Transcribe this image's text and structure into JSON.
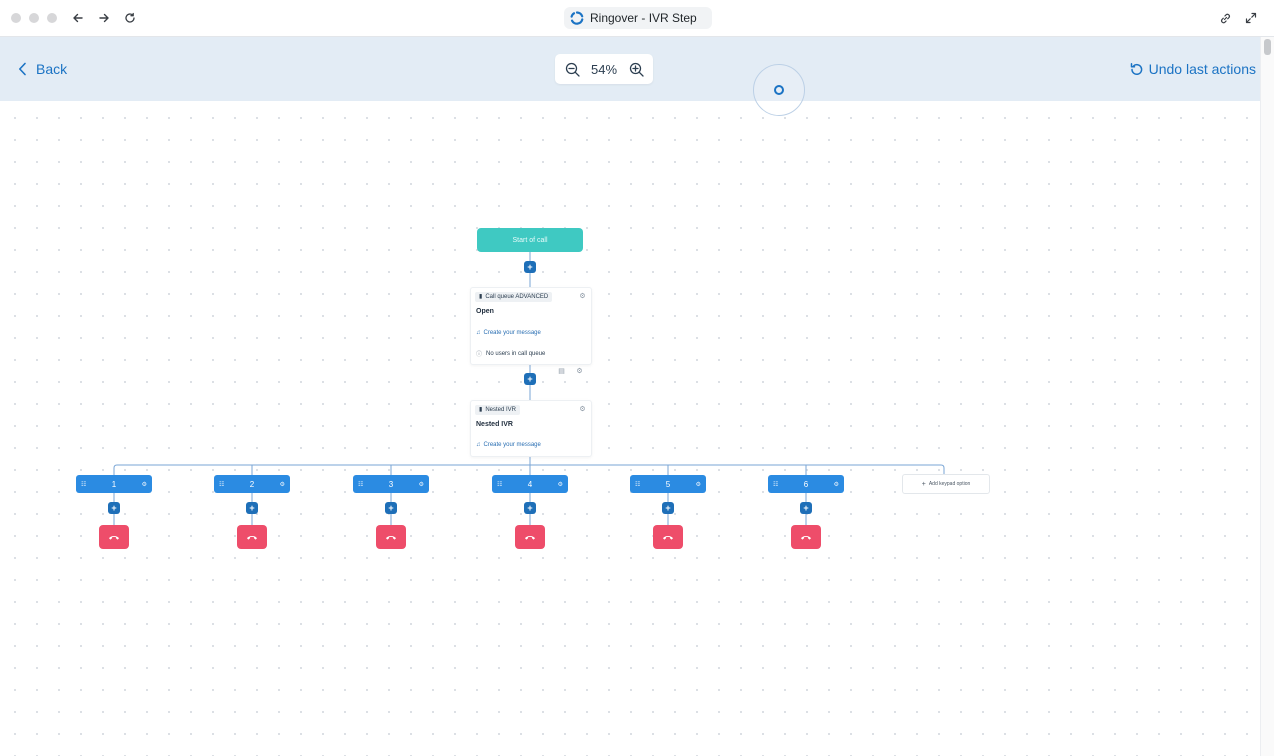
{
  "window": {
    "tab_title": "Ringover - IVR Step"
  },
  "toolbar": {
    "back_label": "Back",
    "zoom_level": "54%",
    "undo_label": "Undo last actions"
  },
  "flow": {
    "start_label": "Start of call",
    "call_queue": {
      "tag": "Call queue ADVANCED",
      "title": "Open",
      "message_label": "Create your message",
      "info_label": "No users in call queue"
    },
    "nested_ivr": {
      "tag": "Nested IVR",
      "title": "Nested IVR",
      "message_label": "Create your message"
    },
    "keypad_options": [
      {
        "key": "1"
      },
      {
        "key": "2"
      },
      {
        "key": "3"
      },
      {
        "key": "4"
      },
      {
        "key": "5"
      },
      {
        "key": "6"
      }
    ],
    "add_keypad_label": "Add keypad option"
  },
  "icons": {
    "back": "chevron-left-icon",
    "zoom_out": "zoom-out-icon",
    "zoom_in": "zoom-in-icon",
    "undo": "undo-icon",
    "hangup": "phone-hangup-icon"
  },
  "colors": {
    "accent": "#1b73c4",
    "start": "#3fc9c2",
    "keypad": "#2b8be2",
    "hangup": "#ee4d6a",
    "toolbar_bg": "#e3ecf5"
  }
}
